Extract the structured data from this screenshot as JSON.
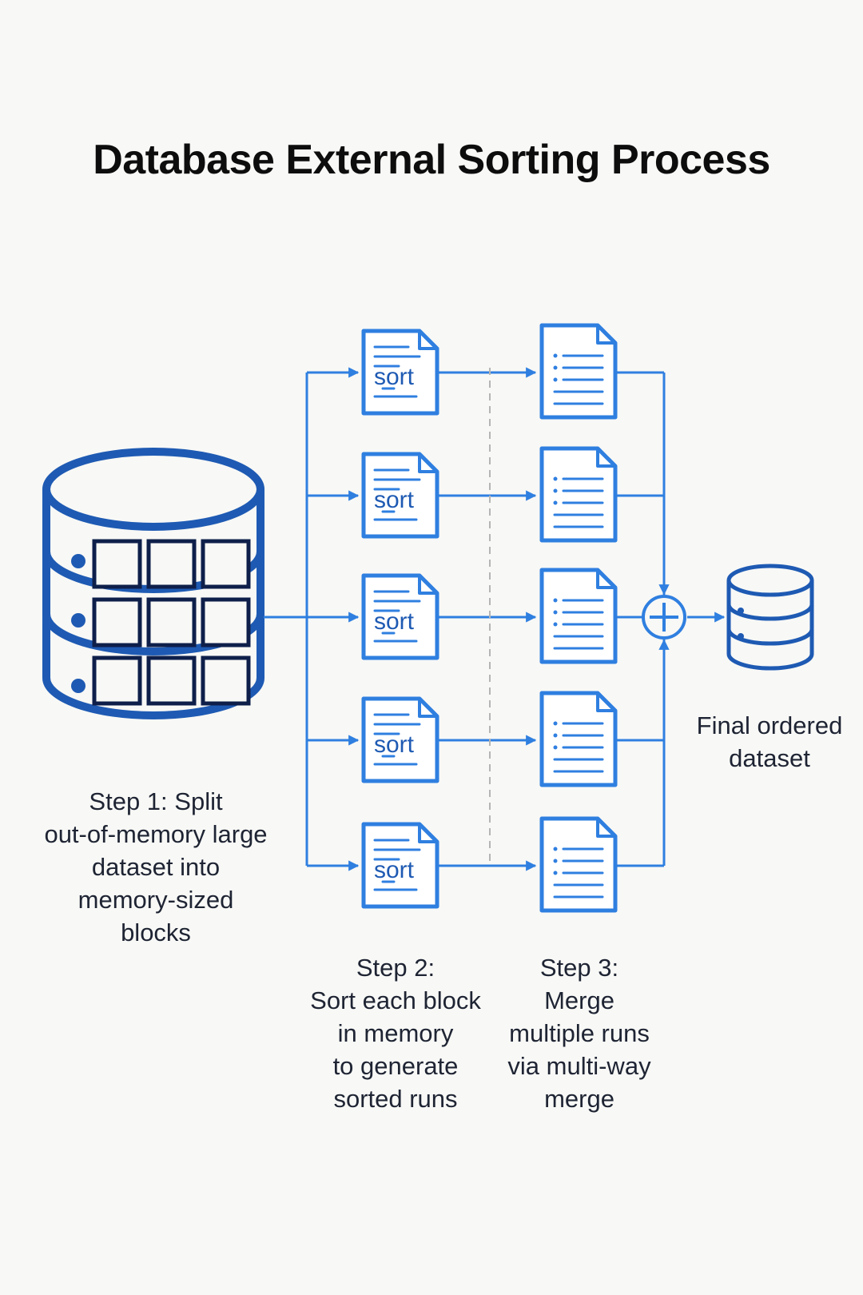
{
  "title": "Database External Sorting Process",
  "colors": {
    "primary_blue": "#1e5ab3",
    "accent_blue": "#2f7fe0",
    "divider": "#b5b5b5"
  },
  "source_database": {
    "icon": "database-icon",
    "blocks": 9
  },
  "sort_documents": {
    "icon": "sort-document-icon",
    "label": "sort",
    "count": 5
  },
  "run_documents": {
    "icon": "document-list-icon",
    "count": 5
  },
  "merge_node": {
    "icon": "plus-circle-icon"
  },
  "output_database": {
    "icon": "database-icon"
  },
  "steps": {
    "step1": "Step 1: Split\nout-of-memory large\ndataset into\nmemory-sized\nblocks",
    "step2": "Step 2:\nSort each block\nin memory\nto generate\nsorted runs",
    "step3": "Step 3:\nMerge\nmultiple runs\nvia multi-way\nmerge"
  },
  "final_label": "Final ordered\ndataset"
}
